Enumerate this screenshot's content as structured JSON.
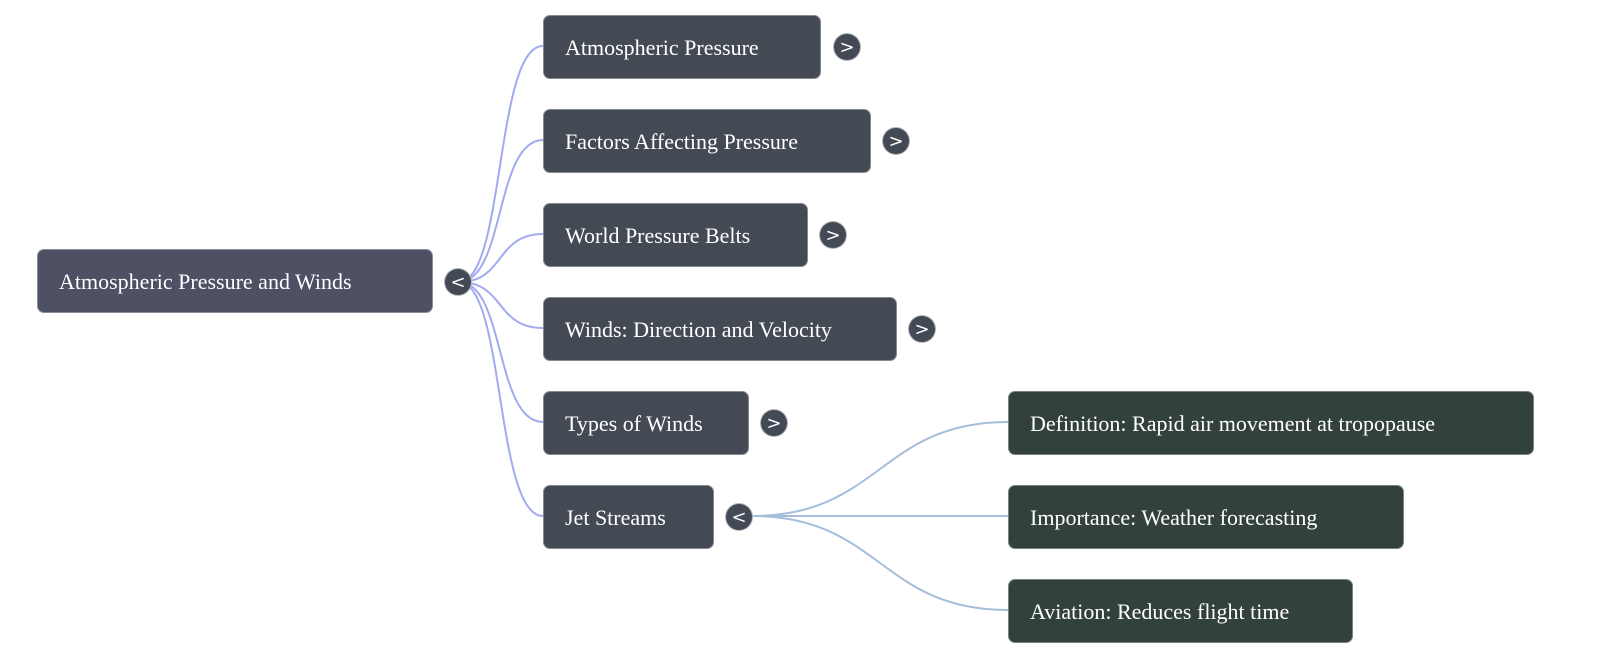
{
  "mindmap": {
    "root": {
      "label": "Atmospheric Pressure and Winds",
      "toggle": "<",
      "expanded": true
    },
    "children": [
      {
        "label": "Atmospheric Pressure",
        "toggle": ">",
        "expanded": false
      },
      {
        "label": "Factors Affecting Pressure",
        "toggle": ">",
        "expanded": false
      },
      {
        "label": "World Pressure Belts",
        "toggle": ">",
        "expanded": false
      },
      {
        "label": "Winds: Direction and Velocity",
        "toggle": ">",
        "expanded": false
      },
      {
        "label": "Types of Winds",
        "toggle": ">",
        "expanded": false
      },
      {
        "label": "Jet Streams",
        "toggle": "<",
        "expanded": true,
        "children": [
          {
            "label": "Definition: Rapid air movement at tropopause"
          },
          {
            "label": "Importance: Weather forecasting"
          },
          {
            "label": "Aviation: Reduces flight time"
          }
        ]
      }
    ],
    "colors": {
      "root_fill": "#4e5064",
      "level1_fill": "#444a54",
      "level2_fill": "#33413d",
      "root_edge": "#a3aaf0",
      "jet_edge": "#a6bedc"
    }
  }
}
